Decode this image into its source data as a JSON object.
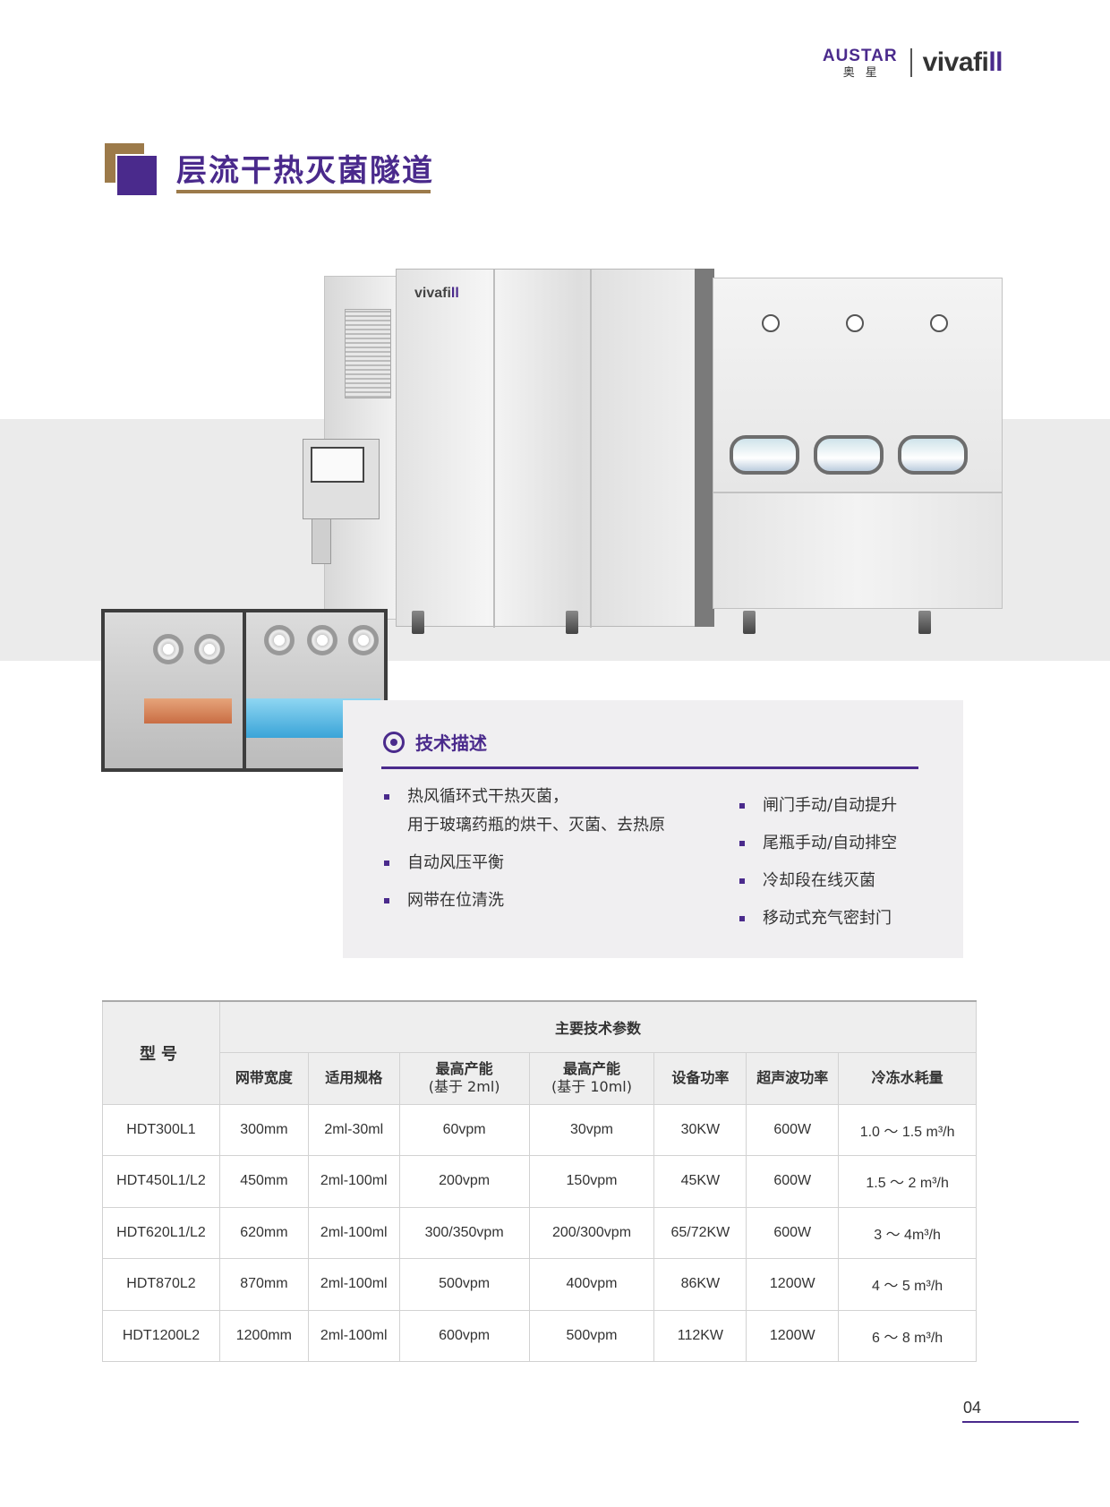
{
  "brand": {
    "austar_en": "AUSTAR",
    "austar_cn": "奥星",
    "vivafill_main": "vivafi",
    "vivafill_accent": "ll"
  },
  "page_title": "层流干热灭菌隧道",
  "machine": {
    "logo_main": "vivafi",
    "logo_accent": "ll"
  },
  "tech": {
    "title": "技术描述",
    "left_items": [
      {
        "line1": "热风循环式干热灭菌，",
        "line2": "用于玻璃药瓶的烘干、灭菌、去热原"
      },
      {
        "line1": "自动风压平衡"
      },
      {
        "line1": "网带在位清洗"
      }
    ],
    "right_items": [
      "闸门手动/自动提升",
      "尾瓶手动/自动排空",
      "冷却段在线灭菌",
      "移动式充气密封门"
    ]
  },
  "table": {
    "model_header": "型号",
    "group_header": "主要技术参数",
    "columns": [
      {
        "l1": "网带宽度"
      },
      {
        "l1": "适用规格"
      },
      {
        "l1": "最高产能",
        "l2": "(基于 2ml)"
      },
      {
        "l1": "最高产能",
        "l2": "(基于 10ml)"
      },
      {
        "l1": "设备功率"
      },
      {
        "l1": "超声波功率"
      },
      {
        "l1": "冷冻水耗量"
      }
    ],
    "rows": [
      [
        "HDT300L1",
        "300mm",
        "2ml-30ml",
        "60vpm",
        "30vpm",
        "30KW",
        "600W",
        "1.0 ～ 1.5 m³/h"
      ],
      [
        "HDT450L1/L2",
        "450mm",
        "2ml-100ml",
        "200vpm",
        "150vpm",
        "45KW",
        "600W",
        "1.5 ～ 2 m³/h"
      ],
      [
        "HDT620L1/L2",
        "620mm",
        "2ml-100ml",
        "300/350vpm",
        "200/300vpm",
        "65/72KW",
        "600W",
        "3 ～ 4m³/h"
      ],
      [
        "HDT870L2",
        "870mm",
        "2ml-100ml",
        "500vpm",
        "400vpm",
        "86KW",
        "1200W",
        "4 ～ 5 m³/h"
      ],
      [
        "HDT1200L2",
        "1200mm",
        "2ml-100ml",
        "600vpm",
        "500vpm",
        "112KW",
        "1200W",
        "6 ～ 8 m³/h"
      ]
    ]
  },
  "page_number": "04"
}
